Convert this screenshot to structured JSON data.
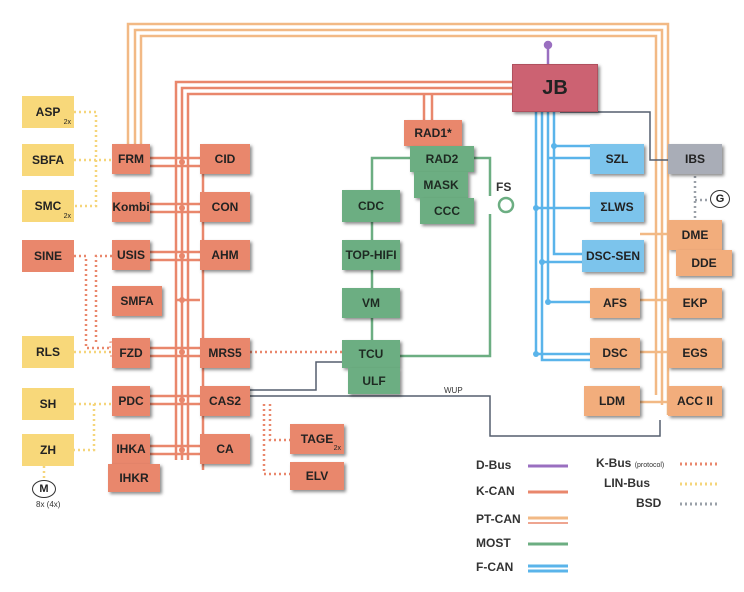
{
  "colors": {
    "d_bus": "#9a6fc0",
    "k_can": "#e9876c",
    "pt_can": "#f2b985",
    "most": "#6cae82",
    "f_can": "#5ab4ea",
    "k_bus_protocol": "#e9876c",
    "lin_bus": "#f5d57a",
    "bsd": "#9aa0a8"
  },
  "modules": {
    "jb": "JB",
    "asp": "ASP",
    "asp_count": "2x",
    "sbfa": "SBFA",
    "smc": "SMC",
    "smc_count": "2x",
    "sine": "SINE",
    "rls": "RLS",
    "sh": "SH",
    "zh": "ZH",
    "frm": "FRM",
    "kombi": "Kombi",
    "usis": "USIS",
    "smfa": "SMFA",
    "fzd": "FZD",
    "pdc": "PDC",
    "ihka": "IHKA",
    "ihkr": "IHKR",
    "cid": "CID",
    "con": "CON",
    "ahm": "AHM",
    "mrs5": "MRS5",
    "cas2": "CAS2",
    "ca": "CA",
    "tage": "TAGE",
    "tage_count": "2x",
    "elv": "ELV",
    "rad1": "RAD1*",
    "rad2": "RAD2",
    "mask": "MASK",
    "ccc": "CCC",
    "cdc": "CDC",
    "top_hifi": "TOP-HIFI",
    "vm": "VM",
    "tcu": "TCU",
    "ulf": "ULF",
    "fs": "FS",
    "szl": "SZL",
    "lws": "ΣLWS",
    "dsc_sen": "DSC-SEN",
    "afs": "AFS",
    "dsc": "DSC",
    "ldm": "LDM",
    "ibs": "IBS",
    "dme": "DME",
    "dde": "DDE",
    "ekp": "EKP",
    "egs": "EGS",
    "acc": "ACC II",
    "motor": "M",
    "motor_note": "8x (4x)",
    "generator": "G",
    "wup": "WUP"
  },
  "legend": {
    "d_bus": "D-Bus",
    "k_can": "K-CAN",
    "pt_can": "PT-CAN",
    "most": "MOST",
    "f_can": "F-CAN",
    "k_bus": "K-Bus",
    "k_bus_note": "(protocol)",
    "lin_bus": "LIN-Bus",
    "bsd": "BSD"
  }
}
